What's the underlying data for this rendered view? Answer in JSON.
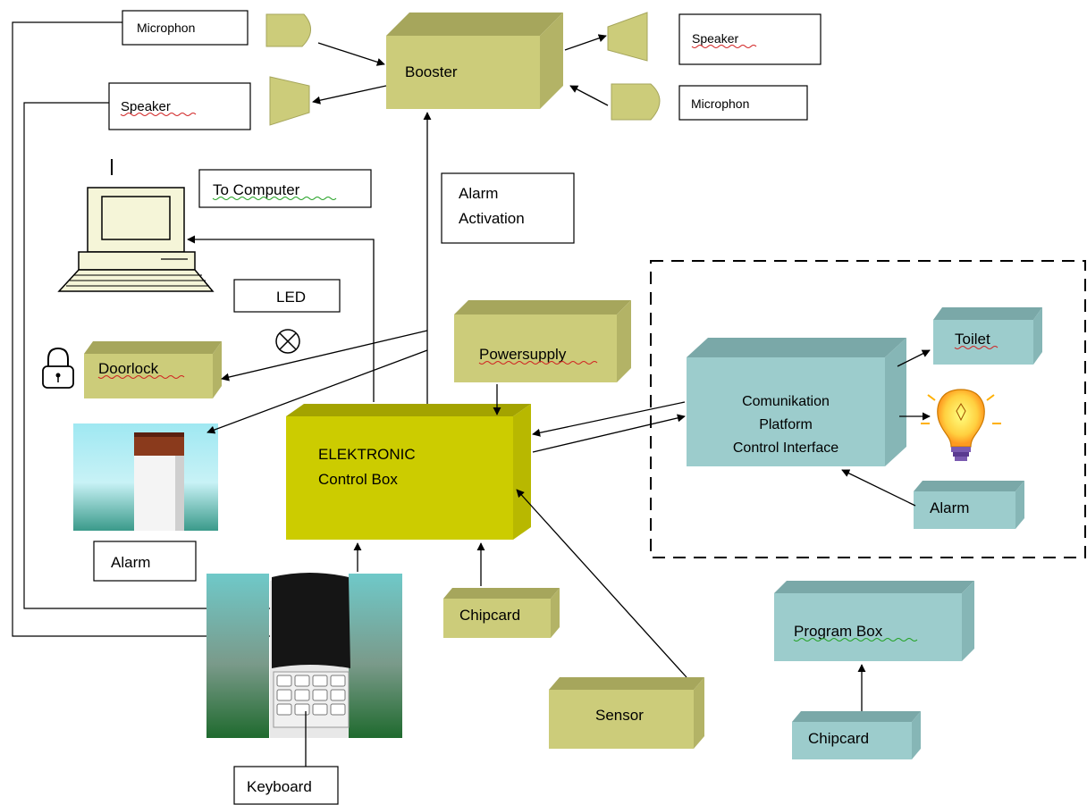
{
  "labels": {
    "microphon_left": "Microphon",
    "microphon_right": "Microphon",
    "speaker_right": "Speaker",
    "speaker_left": "Speaker",
    "booster": "Booster",
    "to_computer": "To  Computer",
    "alarm_activation_1": "Alarm",
    "alarm_activation_2": "Activation",
    "led": "LED",
    "doorlock": "Doorlock",
    "powersupply": "Powersupply",
    "control_box_1": "ELEKTRONIC",
    "control_box_2": "Control Box",
    "comm_1": "Comunikation",
    "comm_2": "Platform",
    "comm_3": "Control Interface",
    "toilet": "Toilet",
    "alarm_panel": "Alarm",
    "alarm_label": "Alarm",
    "chipcard_center": "Chipcard",
    "program_box": "Program  Box",
    "chipcard_right": "Chipcard",
    "sensor": "Sensor",
    "keyboard": "Keyboard"
  },
  "colors": {
    "olive_front": "#cccc7a",
    "olive_top": "#a6a65c",
    "olive_side": "#b3b366",
    "control_front": "#cccc00",
    "control_top": "#a3a300",
    "control_side": "#b8b800",
    "teal_front": "#9ccccc",
    "teal_top": "#7aa8a8",
    "teal_side": "#86b6b6"
  },
  "icons": [
    "padlock-icon",
    "led-lamp-icon",
    "computer-icon",
    "lightbulb-icon",
    "microphone-icon",
    "speaker-icon",
    "alarm-siren-image",
    "keypad-image"
  ]
}
